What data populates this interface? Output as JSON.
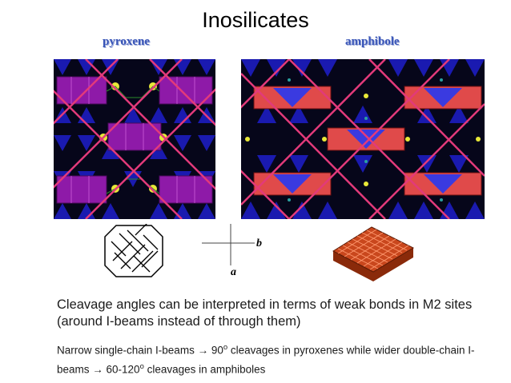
{
  "title": "Inosilicates",
  "labels": {
    "pyroxene": "pyroxene",
    "amphibole": "amphibole"
  },
  "axes": {
    "b": "b",
    "a": "a"
  },
  "text": {
    "line1": "Cleavage angles can be interpreted in terms of weak bonds in M2 sites (around I-beams instead of through them)",
    "line2_a": "Narrow single-chain I-beams → 90",
    "line2_sup": "o",
    "line2_b": " cleavages in pyroxenes while wider double-chain I-beams → 60-120",
    "line2_sup2": "o",
    "line2_c": " cleavages in amphiboles"
  },
  "colors": {
    "tetrahedra": "#1a1ab0",
    "pyroxene_beam": "#8e1aa8",
    "amphibole_beam": "#e04a4a",
    "cleavage": "#e23a7a",
    "crystal": "#c9471d"
  }
}
